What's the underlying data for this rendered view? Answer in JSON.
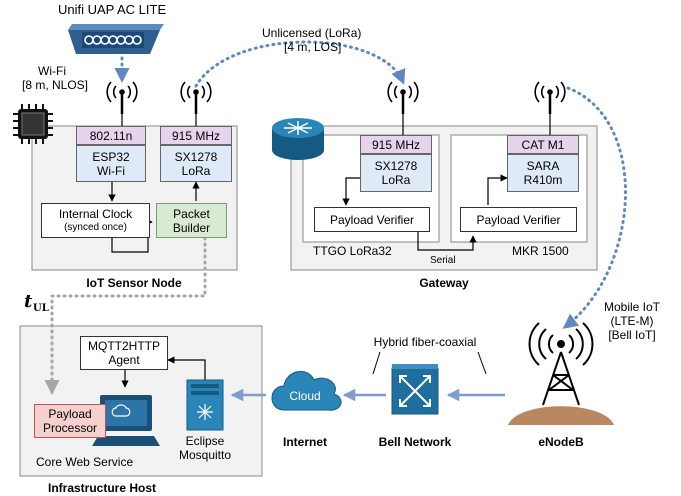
{
  "access_point": {
    "name": "Unifi UAP AC LITE"
  },
  "wifi_link": {
    "line1": "Wi-Fi",
    "line2": "[8 m, NLOS]"
  },
  "lora_link": {
    "line1": "Unlicensed (LoRa)",
    "line2": "[4 m, LOS]"
  },
  "mobile_link": {
    "line1": "Mobile IoT",
    "line2": "(LTE-M)",
    "line3": "[Bell IoT]"
  },
  "sensor_node": {
    "title": "IoT Sensor Node",
    "wifi_radio": {
      "band": "802.11n",
      "chip": "ESP32",
      "tech": "Wi-Fi"
    },
    "lora_radio": {
      "band": "915 MHz",
      "chip": "SX1278",
      "tech": "LoRa"
    },
    "clock": {
      "line1": "Internal Clock",
      "line2": "(synced once)"
    },
    "packet_builder": {
      "line1": "Packet",
      "line2": "Builder"
    }
  },
  "gateway": {
    "title": "Gateway",
    "ttgo": {
      "title": "TTGO LoRa32",
      "band": "915 MHz",
      "chip": "SX1278",
      "tech": "LoRa",
      "verifier": "Payload Verifier"
    },
    "mkr": {
      "title": "MKR 1500",
      "band": "CAT M1",
      "chip": "SARA",
      "model": "R410m",
      "verifier": "Payload Verifier"
    },
    "serial": "Serial"
  },
  "uplink_time": {
    "symbol": "t",
    "subscript": "UL"
  },
  "infrastructure": {
    "title": "Infrastructure Host",
    "mqtt_agent": {
      "line1": "MQTT2HTTP",
      "line2": "Agent"
    },
    "payload_processor": {
      "line1": "Payload",
      "line2": "Processor"
    },
    "web_service": "Core Web Service",
    "mosquitto": {
      "line1": "Eclipse",
      "line2": "Mosquitto"
    }
  },
  "cloud": {
    "label": "Cloud"
  },
  "internet": {
    "label": "Internet"
  },
  "bell_network": {
    "label": "Bell Network",
    "medium": "Hybrid fiber-coaxial"
  },
  "enodeb": {
    "label": "eNodeB"
  },
  "colors": {
    "arrow_blue": "#7f9ccb",
    "dotted_blue": "#5f87c0",
    "dotted_gray": "#a6a6a6",
    "router_blue": "#1f6e9e",
    "panel_gray": "#f2f2f2"
  },
  "icons": [
    "access-point-icon",
    "antenna-icon",
    "chip-icon",
    "router-icon",
    "computer-icon",
    "server-icon",
    "cloud-icon",
    "switch-icon",
    "cell-tower-icon"
  ]
}
